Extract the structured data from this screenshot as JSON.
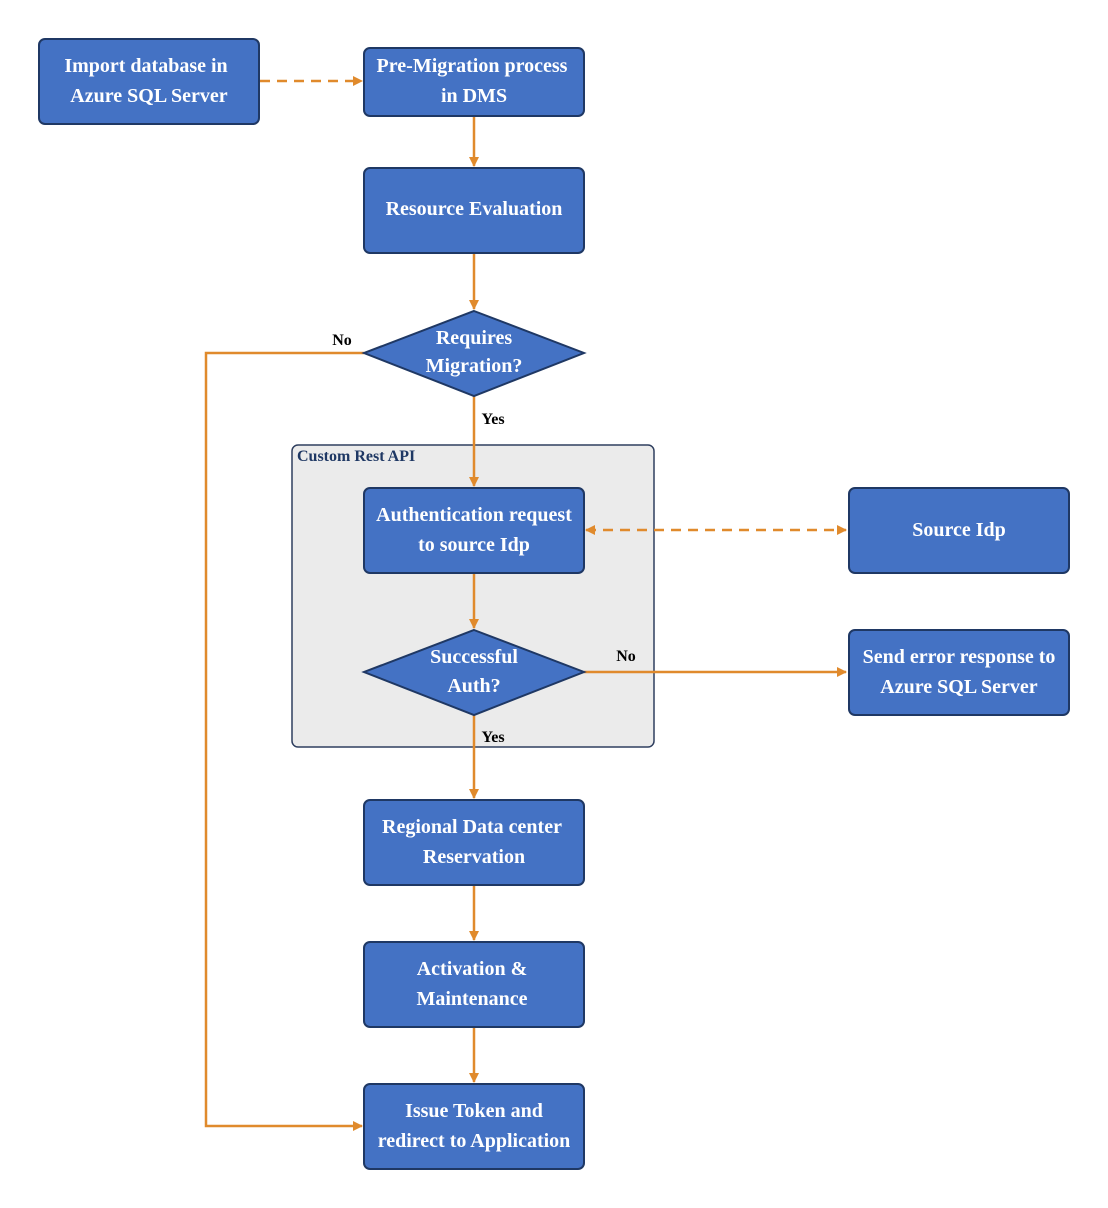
{
  "colors": {
    "node_fill": "#4472c4",
    "node_stroke": "#1f3864",
    "edge": "#e08a2c",
    "group_fill": "#ebebeb",
    "group_stroke": "#2f3f5f",
    "label_text": "#000000"
  },
  "group": {
    "label": "Custom Rest API"
  },
  "nodes": {
    "import_db": {
      "line1": "Import database in",
      "line2": "Azure SQL Server"
    },
    "pre_migration": {
      "line1": "Pre-Migration process",
      "line2": "in DMS"
    },
    "resource_eval": {
      "line1": "Resource Evaluation"
    },
    "requires_migration": {
      "line1": "Requires",
      "line2": "Migration?"
    },
    "auth_request": {
      "line1": "Authentication request",
      "line2": "to source Idp"
    },
    "source_idp": {
      "line1": "Source Idp"
    },
    "successful_auth": {
      "line1": "Successful",
      "line2": "Auth?"
    },
    "send_error": {
      "line1": "Send error response to",
      "line2": "Azure SQL Server"
    },
    "regional_dc": {
      "line1": "Regional Data center",
      "line2": "Reservation"
    },
    "activation": {
      "line1": "Activation &",
      "line2": "Maintenance"
    },
    "issue_token": {
      "line1": "Issue Token and",
      "line2": "redirect to Application"
    }
  },
  "edge_labels": {
    "migration_no": "No",
    "migration_yes": "Yes",
    "auth_no": "No",
    "auth_yes": "Yes"
  }
}
